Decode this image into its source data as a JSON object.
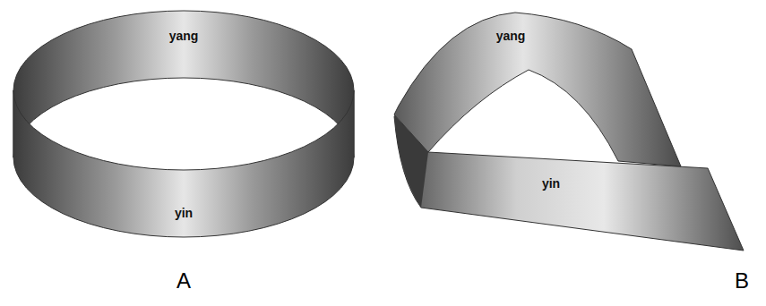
{
  "diagram": {
    "nodes": [
      {
        "text": [
          "yang",
          "yin"
        ]
      },
      {
        "text": [
          "yang",
          "yin"
        ]
      }
    ],
    "labels": [
      "A",
      "B"
    ]
  }
}
